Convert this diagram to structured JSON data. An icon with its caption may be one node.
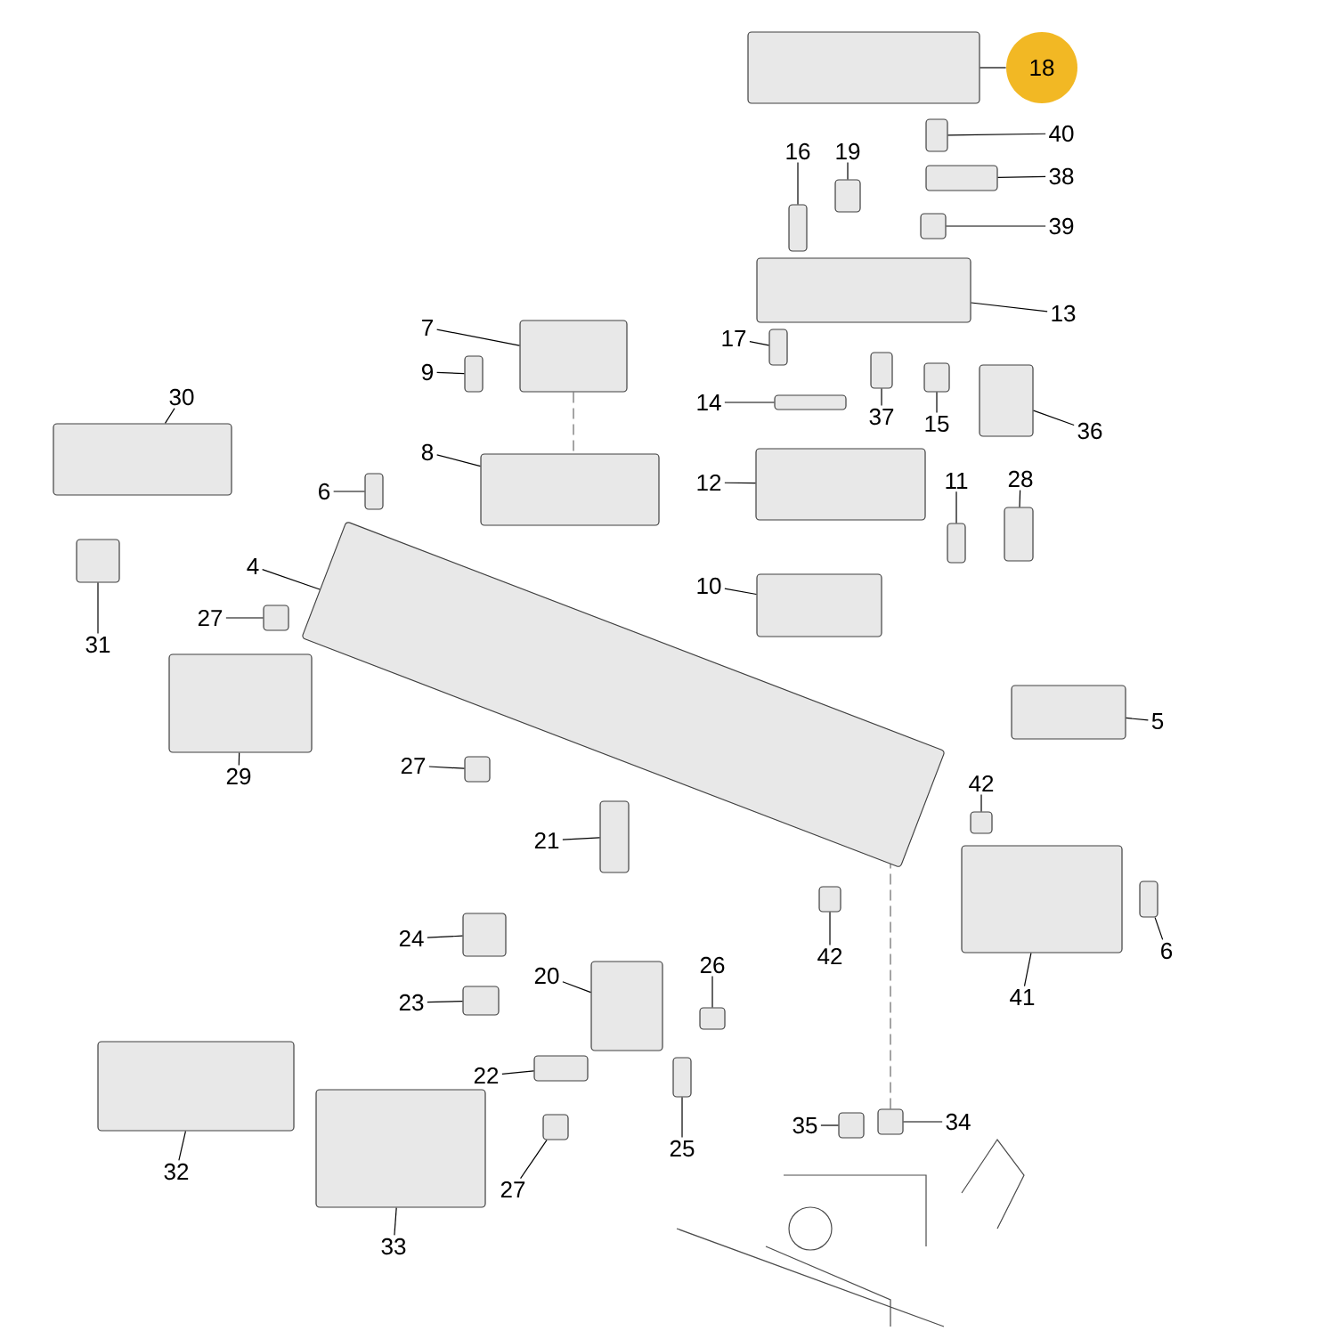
{
  "diagram": {
    "nodes": [
      {
        "text": [
          "18"
        ]
      },
      {
        "text": [],
        "shape": "box"
      },
      {
        "text": [
          "40"
        ]
      },
      {
        "text": [],
        "shape": "box"
      },
      {
        "text": [
          "38"
        ]
      },
      {
        "text": [],
        "shape": "box"
      },
      {
        "text": [
          "39"
        ]
      },
      {
        "text": [],
        "shape": "box"
      },
      {
        "text": [
          "16"
        ]
      },
      {
        "text": [],
        "shape": "box"
      },
      {
        "text": [
          "19"
        ]
      },
      {
        "text": [],
        "shape": "box"
      },
      {
        "text": [
          "13"
        ]
      },
      {
        "text": [],
        "shape": "box"
      },
      {
        "text": [
          "7"
        ]
      },
      {
        "text": [],
        "shape": "box"
      },
      {
        "text": [
          "17"
        ]
      },
      {
        "text": [],
        "shape": "box"
      },
      {
        "text": [
          "9"
        ]
      },
      {
        "text": [],
        "shape": "box"
      },
      {
        "text": [
          "14"
        ]
      },
      {
        "text": [],
        "shape": "box"
      },
      {
        "text": [
          "37"
        ]
      },
      {
        "text": [],
        "shape": "box"
      },
      {
        "text": [
          "15"
        ]
      },
      {
        "text": [],
        "shape": "box"
      },
      {
        "text": [
          "36"
        ]
      },
      {
        "text": [],
        "shape": "box"
      },
      {
        "text": [
          "30"
        ]
      },
      {
        "text": [],
        "shape": "box"
      },
      {
        "text": [
          "8"
        ]
      },
      {
        "text": [],
        "shape": "box"
      },
      {
        "text": [
          "6"
        ]
      },
      {
        "text": [],
        "shape": "box"
      },
      {
        "text": [
          "12"
        ]
      },
      {
        "text": [],
        "shape": "box"
      },
      {
        "text": [
          "11"
        ]
      },
      {
        "text": [],
        "shape": "box"
      },
      {
        "text": [
          "28"
        ]
      },
      {
        "text": [],
        "shape": "box"
      },
      {
        "text": [
          "4"
        ]
      },
      {
        "text": [],
        "shape": "box"
      },
      {
        "text": [
          "27"
        ]
      },
      {
        "text": [],
        "shape": "box"
      },
      {
        "text": [
          "10"
        ]
      },
      {
        "text": [],
        "shape": "box"
      },
      {
        "text": [
          "31"
        ]
      },
      {
        "text": [],
        "shape": "box"
      },
      {
        "text": [
          "5"
        ]
      },
      {
        "text": [],
        "shape": "box"
      },
      {
        "text": [
          "29"
        ]
      },
      {
        "text": [],
        "shape": "box"
      },
      {
        "text": [
          "27"
        ]
      },
      {
        "text": [],
        "shape": "box"
      },
      {
        "text": [
          "42"
        ]
      },
      {
        "text": [],
        "shape": "box"
      },
      {
        "text": [
          "21"
        ]
      },
      {
        "text": [],
        "shape": "box"
      },
      {
        "text": [
          "42"
        ]
      },
      {
        "text": [],
        "shape": "box"
      },
      {
        "text": [
          "6"
        ]
      },
      {
        "text": [],
        "shape": "box"
      },
      {
        "text": [
          "24"
        ]
      },
      {
        "text": [],
        "shape": "box"
      },
      {
        "text": [
          "26"
        ]
      },
      {
        "text": [],
        "shape": "box"
      },
      {
        "text": [
          "20"
        ]
      },
      {
        "text": [],
        "shape": "box"
      },
      {
        "text": [
          "41"
        ]
      },
      {
        "text": [],
        "shape": "box"
      },
      {
        "text": [
          "23"
        ]
      },
      {
        "text": [],
        "shape": "box"
      },
      {
        "text": [
          "22"
        ]
      },
      {
        "text": [],
        "shape": "box"
      },
      {
        "text": [
          "35"
        ]
      },
      {
        "text": [],
        "shape": "box"
      },
      {
        "text": [
          "34"
        ]
      },
      {
        "text": [],
        "shape": "box"
      },
      {
        "text": [
          "25"
        ]
      },
      {
        "text": [],
        "shape": "box"
      },
      {
        "text": [
          "32"
        ]
      },
      {
        "text": [],
        "shape": "box"
      },
      {
        "text": [
          "27"
        ]
      },
      {
        "text": [],
        "shape": "box"
      },
      {
        "text": [
          "33"
        ]
      },
      {
        "text": [],
        "shape": "box"
      }
    ],
    "edges": [
      {
        "from": 0,
        "to": 1,
        "arrow": "none"
      },
      {
        "from": 2,
        "to": 3,
        "arrow": "none"
      },
      {
        "from": 4,
        "to": 5,
        "arrow": "none"
      },
      {
        "from": 6,
        "to": 7,
        "arrow": "none"
      },
      {
        "from": 8,
        "to": 9,
        "arrow": "none"
      },
      {
        "from": 10,
        "to": 11,
        "arrow": "none"
      },
      {
        "from": 12,
        "to": 13,
        "arrow": "none"
      },
      {
        "from": 14,
        "to": 15,
        "arrow": "none"
      },
      {
        "from": 16,
        "to": 17,
        "arrow": "none"
      },
      {
        "from": 18,
        "to": 19,
        "arrow": "none"
      },
      {
        "from": 20,
        "to": 21,
        "arrow": "none"
      },
      {
        "from": 22,
        "to": 23,
        "arrow": "none"
      },
      {
        "from": 24,
        "to": 25,
        "arrow": "none"
      },
      {
        "from": 26,
        "to": 27,
        "arrow": "none"
      },
      {
        "from": 28,
        "to": 29,
        "arrow": "none"
      },
      {
        "from": 30,
        "to": 31,
        "arrow": "none"
      },
      {
        "from": 32,
        "to": 33,
        "arrow": "none"
      },
      {
        "from": 34,
        "to": 35,
        "arrow": "none"
      },
      {
        "from": 36,
        "to": 37,
        "arrow": "none"
      },
      {
        "from": 38,
        "to": 39,
        "arrow": "none"
      },
      {
        "from": 40,
        "to": 41,
        "arrow": "none"
      },
      {
        "from": 42,
        "to": 43,
        "arrow": "none"
      },
      {
        "from": 44,
        "to": 45,
        "arrow": "none"
      },
      {
        "from": 46,
        "to": 47,
        "arrow": "none"
      },
      {
        "from": 48,
        "to": 49,
        "arrow": "none"
      },
      {
        "from": 50,
        "to": 51,
        "arrow": "none"
      },
      {
        "from": 52,
        "to": 53,
        "arrow": "none"
      },
      {
        "from": 54,
        "to": 55,
        "arrow": "none"
      },
      {
        "from": 56,
        "to": 57,
        "arrow": "none"
      },
      {
        "from": 58,
        "to": 59,
        "arrow": "none"
      },
      {
        "from": 60,
        "to": 61,
        "arrow": "none"
      },
      {
        "from": 62,
        "to": 63,
        "arrow": "none"
      },
      {
        "from": 64,
        "to": 65,
        "arrow": "none"
      },
      {
        "from": 66,
        "to": 67,
        "arrow": "none"
      },
      {
        "from": 68,
        "to": 69,
        "arrow": "none"
      },
      {
        "from": 70,
        "to": 71,
        "arrow": "none"
      },
      {
        "from": 72,
        "to": 73,
        "arrow": "none"
      },
      {
        "from": 74,
        "to": 75,
        "arrow": "none"
      },
      {
        "from": 76,
        "to": 77,
        "arrow": "none"
      },
      {
        "from": 78,
        "to": 79,
        "arrow": "none"
      },
      {
        "from": 80,
        "to": 81,
        "arrow": "none"
      },
      {
        "from": 82,
        "to": 83,
        "arrow": "none"
      },
      {
        "from": 84,
        "to": 85,
        "arrow": "none"
      },
      {
        "from": 15,
        "to": 31,
        "arrow": "none",
        "style": "dashed"
      },
      {
        "from": 77,
        "to": 41,
        "arrow": "none",
        "style": "dashed"
      }
    ]
  }
}
